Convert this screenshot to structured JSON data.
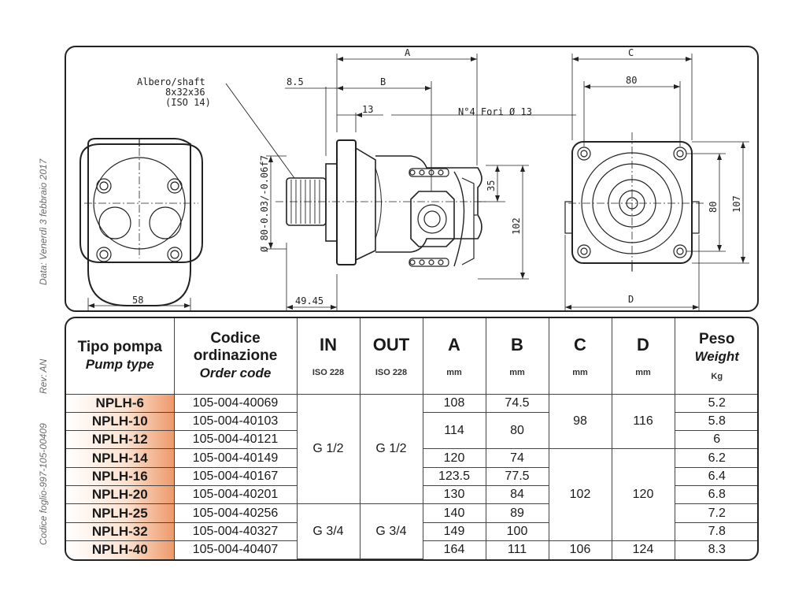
{
  "side_labels": {
    "date": "Data: Venerdì 3 febbraio 2017",
    "rev": "Rev: AN",
    "sheet_code": "Codice foglio-997-105-00409"
  },
  "drawing": {
    "shaft_callout": [
      "Albero/shaft",
      "8x32x36",
      "(ISO 14)"
    ],
    "dim_A": "A",
    "dim_B": "B",
    "dim_C": "C",
    "dim_D": "D",
    "dim_8_5": "8.5",
    "dim_13": "13",
    "holes_note": "N°4 Fori Ø 13",
    "dim_80_top": "80",
    "dim_35": "35",
    "dim_102": "102",
    "dim_80_right": "80",
    "dim_107": "107",
    "dim_58": "58",
    "dim_49_45": "49.45",
    "shaft_diameter": "Ø 80-0.03/-0.06f7"
  },
  "table": {
    "headers": [
      {
        "main": "Tipo pompa",
        "sub": "Pump type",
        "unit": ""
      },
      {
        "main": "Codice ordinazione",
        "sub": "Order code",
        "unit": ""
      },
      {
        "main": "IN",
        "sub": "",
        "unit": "ISO 228"
      },
      {
        "main": "OUT",
        "sub": "",
        "unit": "ISO 228"
      },
      {
        "main": "A",
        "sub": "",
        "unit": "mm"
      },
      {
        "main": "B",
        "sub": "",
        "unit": "mm"
      },
      {
        "main": "C",
        "sub": "",
        "unit": "mm"
      },
      {
        "main": "D",
        "sub": "",
        "unit": "mm"
      },
      {
        "main": "Peso",
        "sub": "Weight",
        "unit": "Kg"
      }
    ],
    "types": [
      "NPLH-6",
      "NPLH-10",
      "NPLH-12",
      "NPLH-14",
      "NPLH-16",
      "NPLH-20",
      "NPLH-25",
      "NPLH-32",
      "NPLH-40"
    ],
    "codes": [
      "105-004-40069",
      "105-004-40103",
      "105-004-40121",
      "105-004-40149",
      "105-004-40167",
      "105-004-40201",
      "105-004-40256",
      "105-004-40327",
      "105-004-40407"
    ],
    "in_values": [
      "G 1/2",
      "G 3/4"
    ],
    "out_values": [
      "G 1/2",
      "G 3/4"
    ],
    "A": [
      "108",
      "114",
      "120",
      "123.5",
      "130",
      "140",
      "149",
      "164"
    ],
    "B": [
      "74.5",
      "80",
      "74",
      "77.5",
      "84",
      "89",
      "100",
      "111"
    ],
    "C": [
      "98",
      "102",
      "106"
    ],
    "D": [
      "116",
      "120",
      "124"
    ],
    "weights": [
      "5.2",
      "5.8",
      "6",
      "6.2",
      "6.4",
      "6.8",
      "7.2",
      "7.8",
      "8.3"
    ]
  }
}
